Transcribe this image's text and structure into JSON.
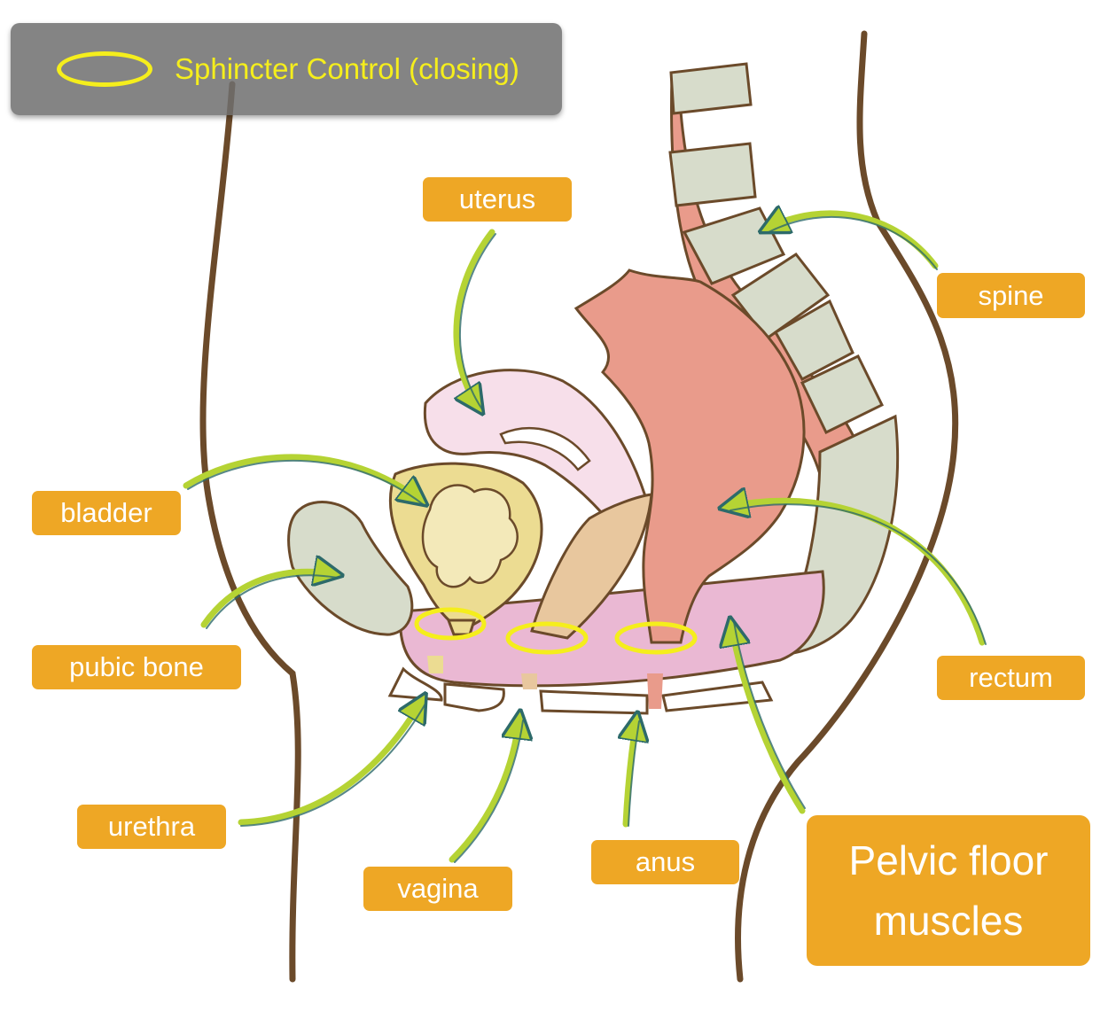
{
  "legend": {
    "text": "Sphincter Control (closing)",
    "ring_color": "#f5ee1c"
  },
  "labels": {
    "uterus": "uterus",
    "spine": "spine",
    "bladder": "bladder",
    "pubic_bone": "pubic bone",
    "rectum": "rectum",
    "urethra": "urethra",
    "vagina": "vagina",
    "anus": "anus",
    "pelvic_floor_line1": "Pelvic floor",
    "pelvic_floor_line2": "muscles"
  },
  "colors": {
    "label_bg": "#eea725",
    "outline": "#6b4a2a",
    "arrow_fill": "#b5d334",
    "arrow_edge": "#2d6a6a",
    "pelvic_floor": "#eab8d3",
    "rectum": "#e99b8b",
    "uterus": "#f7dfea",
    "bladder": "#ecdc92",
    "vagina": "#e8c79e",
    "bone": "#d7dccb"
  }
}
